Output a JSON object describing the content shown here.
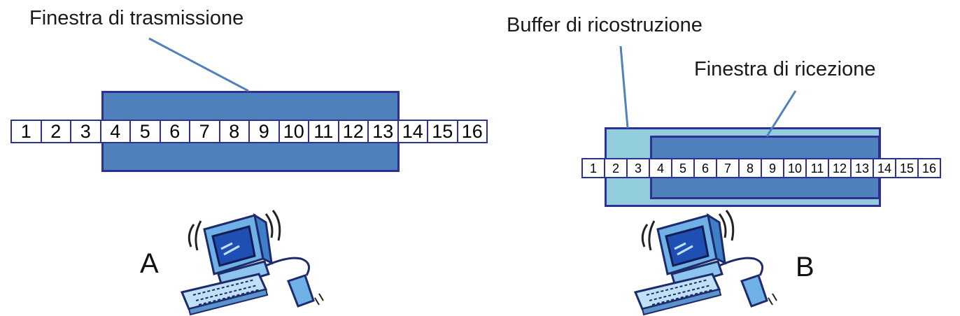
{
  "sender": {
    "label": "A",
    "window_label": "Finestra di trasmissione",
    "sequence": [
      "1",
      "2",
      "3",
      "4",
      "5",
      "6",
      "7",
      "8",
      "9",
      "10",
      "11",
      "12",
      "13",
      "14",
      "15",
      "16"
    ]
  },
  "receiver": {
    "label": "B",
    "buffer_label": "Buffer di ricostruzione",
    "window_label": "Finestra di ricezione",
    "sequence": [
      "1",
      "2",
      "3",
      "4",
      "5",
      "6",
      "7",
      "8",
      "9",
      "10",
      "11",
      "12",
      "13",
      "14",
      "15",
      "16"
    ]
  },
  "colors": {
    "border": "#2e3192",
    "window_fill": "#4f81bd",
    "buffer_fill": "#92cddc",
    "pointer_line": "#4f81bd"
  },
  "icons": {
    "computer": "computer-clipart-icon"
  }
}
